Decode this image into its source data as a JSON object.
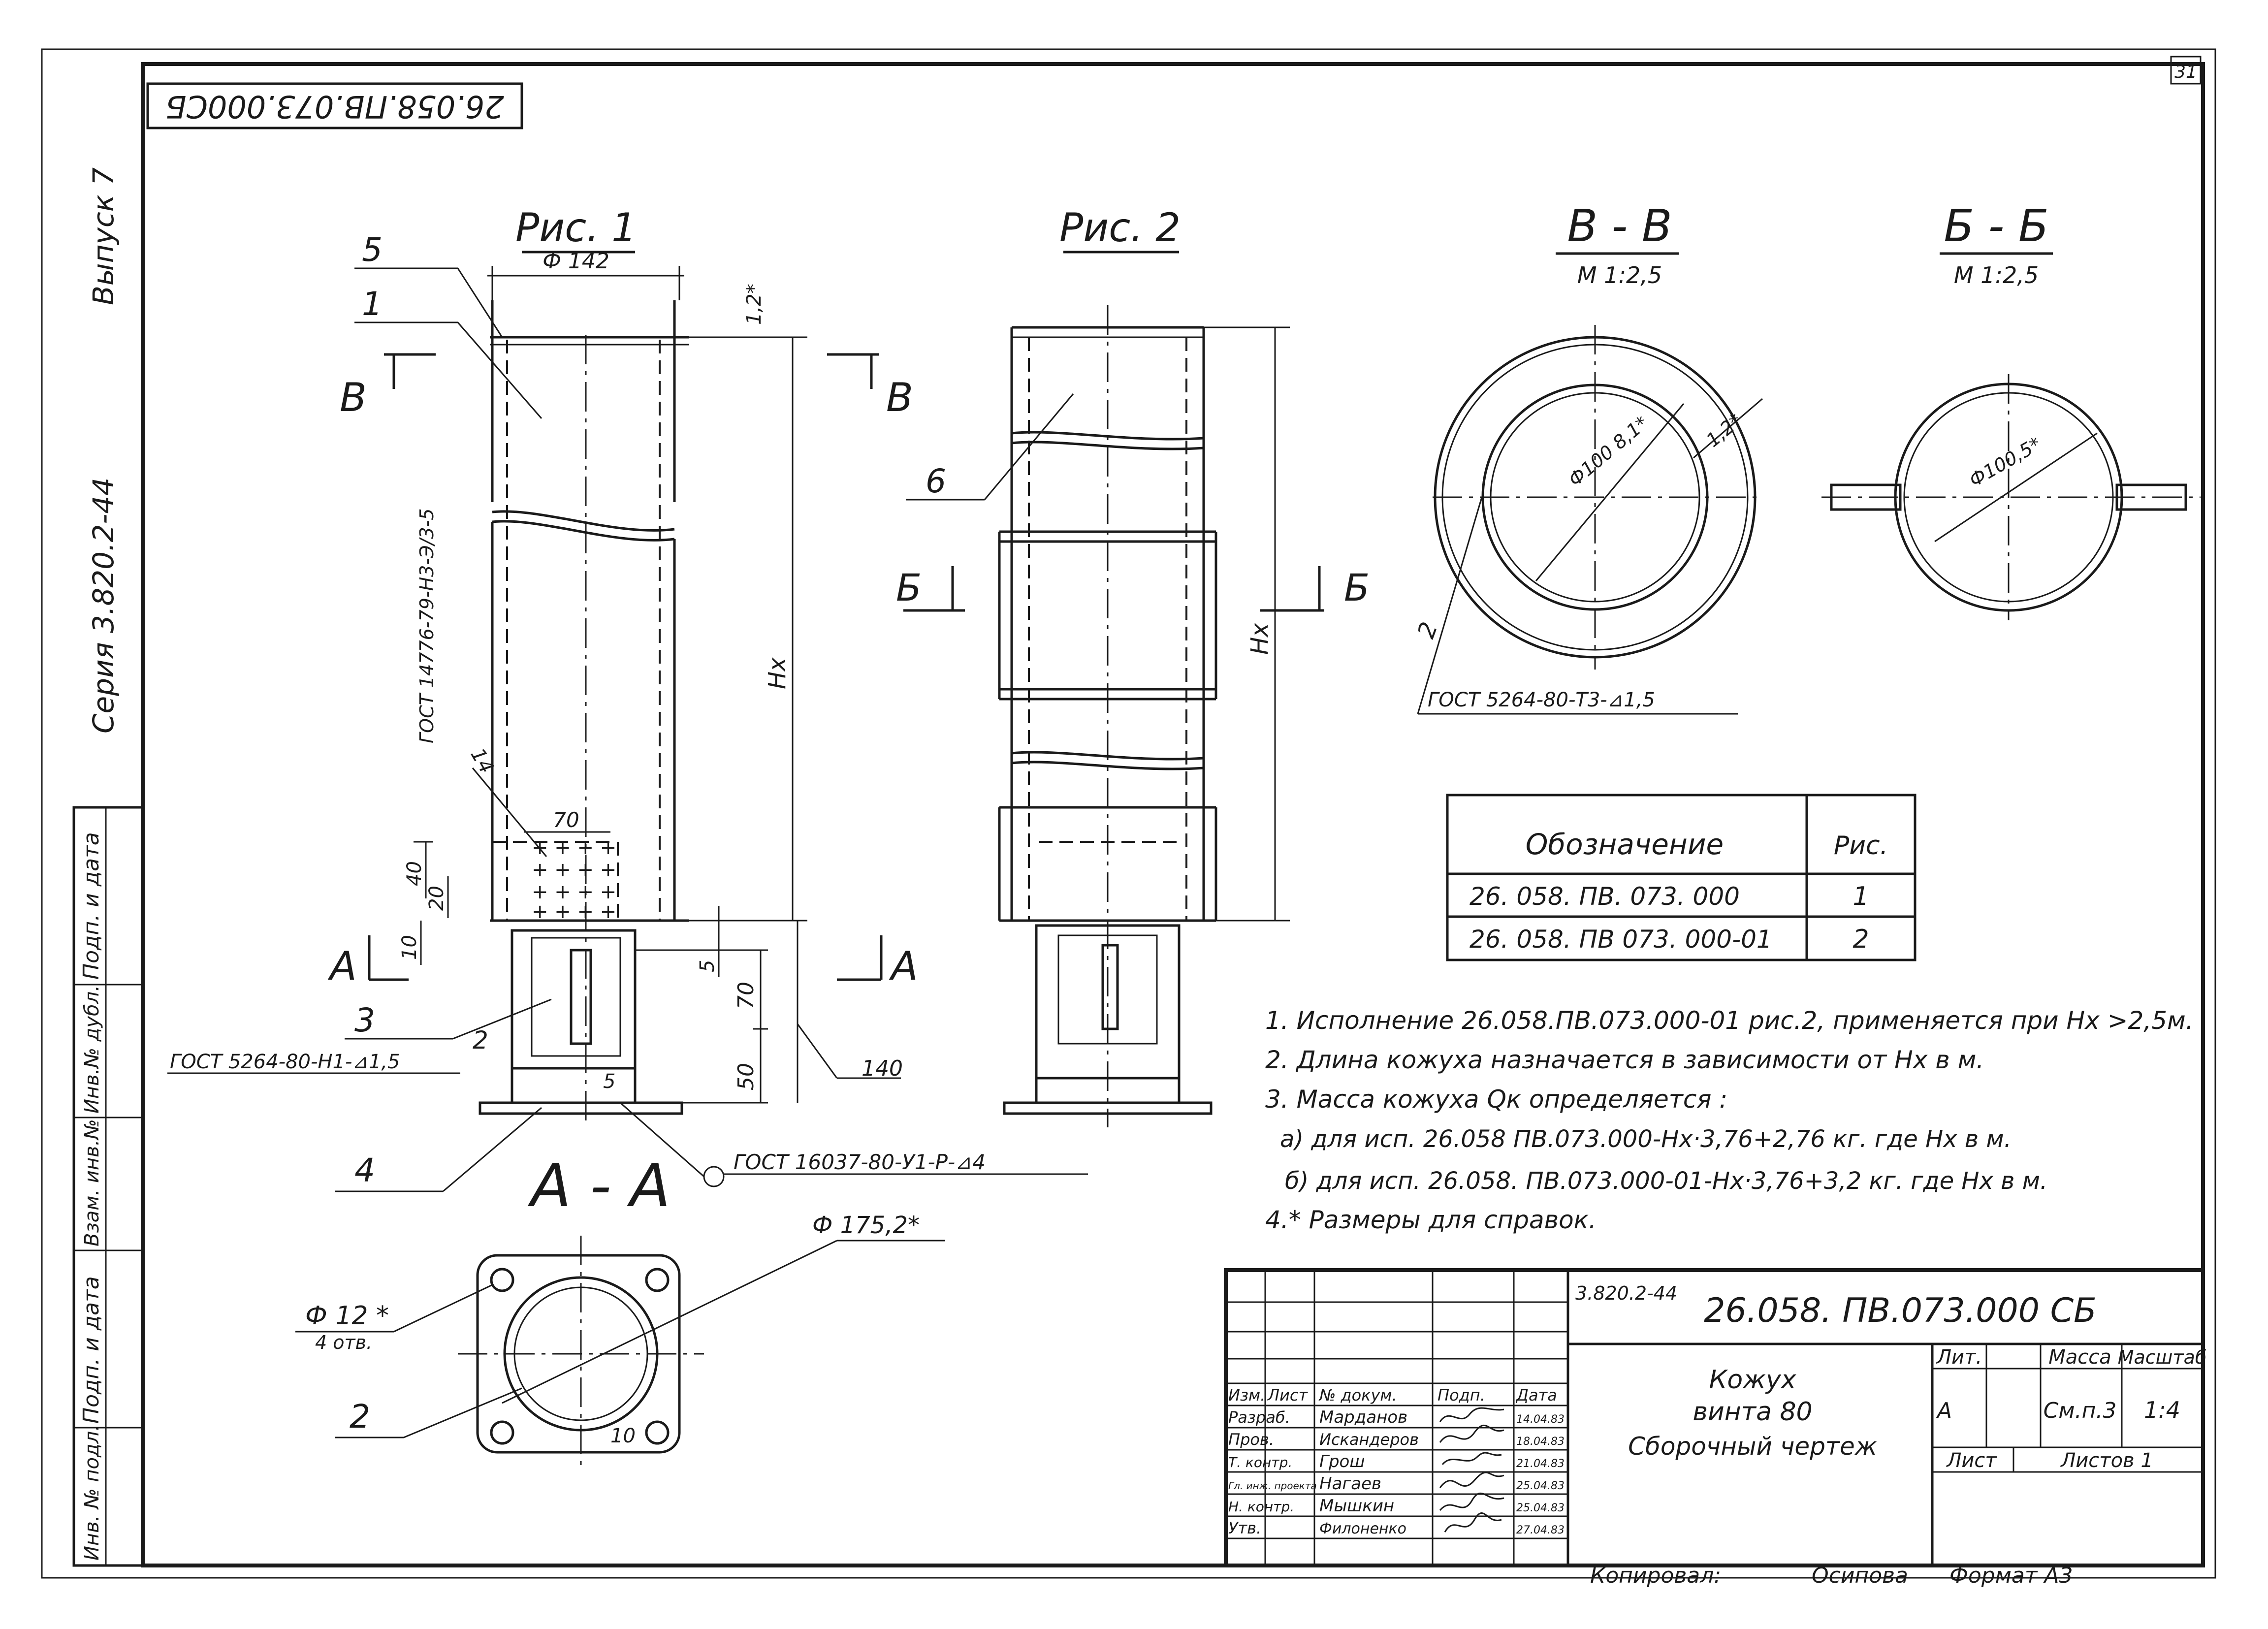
{
  "colors": {
    "ink": "#1a1a1a",
    "paper": "#ffffff"
  },
  "sheet_no": "31",
  "designation_top": "26.058.ПВ.073.000СБ",
  "side": {
    "issue": "Выпуск 7",
    "series": "Серия  3.820.2-44",
    "stamps": [
      "Подп. и дата",
      "Инв.№ дубл.",
      "Взам. инв.№",
      "Подп. и дата",
      "Инв. № подл."
    ]
  },
  "fig1": {
    "title": "Рис. 1",
    "dia": "Ф 142",
    "gap": "1,2*",
    "hx": "Hx",
    "leaders": [
      "5",
      "1",
      "3",
      "2",
      "4",
      "14"
    ],
    "section_b": "В",
    "section_a": "А",
    "gost_weld1": "ГОСТ 14776-79-Н3-Э/3-5",
    "gost_weld2": "ГОСТ 5264-80-Н1-⊿1,5",
    "gost_weld3": "ГОСТ 16037-80-У1-Р-⊿4",
    "dims": {
      "d70": "70",
      "d40": "40",
      "d20": "20",
      "d10": "10",
      "d5a": "5",
      "d5b": "5",
      "d70v": "70",
      "d50": "50",
      "d140": "140"
    }
  },
  "fig2": {
    "title": "Рис. 2",
    "leader6": "6",
    "section_b": "Б",
    "hx": "Hx"
  },
  "secBB": {
    "title": "В - В",
    "scale": "М 1:2,5",
    "dia": "Ф100 8,1*",
    "gap": "1,2*",
    "leader": "2",
    "gost": "ГОСТ 5264-80-Т3-⊿1,5"
  },
  "secBB2": {
    "title": "Б - Б",
    "scale": "М 1:2,5",
    "dia": "Ф100,5*"
  },
  "secAA": {
    "title": "А - А",
    "dia": "Ф 175,2*",
    "hole": "Ф 12 *",
    "holes_count": "4 отв.",
    "leader": "2",
    "dim10": "10"
  },
  "variants": {
    "head_designation": "Обозначение",
    "head_fig": "Рис.",
    "rows": [
      {
        "designation": "26. 058. ПВ. 073. 000",
        "fig": "1"
      },
      {
        "designation": "26. 058. ПВ 073. 000-01",
        "fig": "2"
      }
    ]
  },
  "notes": [
    "1. Исполнение  26.058.ПВ.073.000-01  рис.2, применяется при Hx >2,5м.",
    "2. Длина  кожуха  назначается  в  зависимости  от Hx  в м.",
    "3. Масса  кожуха  Qк  определяется :",
    "а)  для исп. 26.058 ПВ.073.000-Hx·3,76+2,76 кг. где Hx в м.",
    "б)  для исп. 26.058. ПВ.073.000-01-Hx·3,76+3,2 кг. где Hx в м.",
    "4.* Размеры  для  справок."
  ],
  "title_block": {
    "code_small": "3.820.2-44",
    "code": "26.058. ПВ.073.000 СБ",
    "name_lines": [
      "Кожух",
      "винта 80",
      "Сборочный   чертеж"
    ],
    "col_lit": "Лит.",
    "col_mass": "Масса",
    "col_scale": "Масштаб",
    "lit": "А",
    "mass": "См.п.3",
    "scale": "1:4",
    "sheet": "Лист",
    "sheets": "Листов 1",
    "head": [
      "Изм.",
      "Лист",
      "№ докум.",
      "Подп.",
      "Дата"
    ],
    "roles": [
      {
        "role": "Разраб.",
        "name": "Марданов",
        "date": "14.04.83"
      },
      {
        "role": "Пров.",
        "name": "Искандеров",
        "date": "18.04.83"
      },
      {
        "role": "Т. контр.",
        "name": "Грош",
        "date": "21.04.83"
      },
      {
        "role": "Гл. инж. проекта",
        "name": "Нагаев",
        "date": "25.04.83"
      },
      {
        "role": "Н. контр.",
        "name": "Мышкин",
        "date": "25.04.83"
      },
      {
        "role": "Утв.",
        "name": "Филоненко",
        "date": "27.04.83"
      }
    ],
    "copied": "Копировал:",
    "copier": "Осипова",
    "format": "Формат  А3"
  }
}
